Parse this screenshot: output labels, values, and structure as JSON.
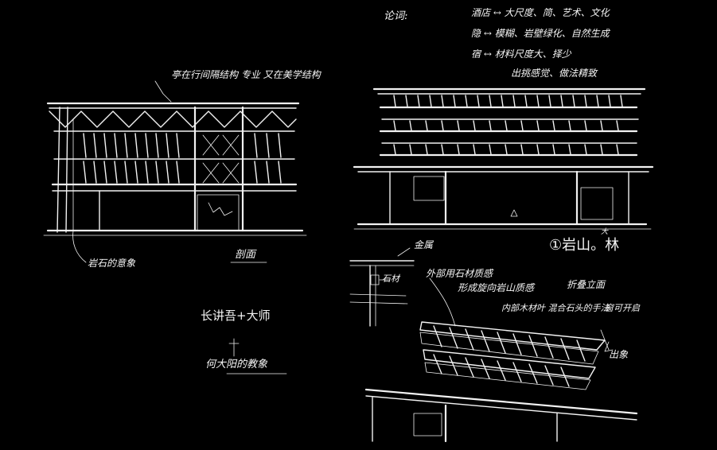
{
  "labels": {
    "facade_note": "亭在行间隔结构 专业 又在美学结构",
    "bottom_note": "岩石的意象",
    "section_label": "剖面",
    "master_title": "长讲吾+大师",
    "master_name": "何大阳的教象",
    "analysis_title": "论词:",
    "analysis_line1": "酒店 ↔ 大尺度、简、艺术、文化",
    "analysis_line2": "隐 ↔ 模糊、岩壁绿化、自然生成",
    "analysis_line3": "宿 ↔ 材料尺度大、择少",
    "analysis_line4": "出挑感觉、做法精致",
    "project_title": "①岩山。林",
    "project_mark": "大",
    "gold_label": "金属",
    "stone_label": "石材",
    "outer_note": "外部用石材质感",
    "form_note": "形成旋向岩山质感",
    "fold_note": "折叠立面",
    "inner_note": "内部木材叶 混合石头的手法",
    "window_note": "窗可开启",
    "arrow_note": "出象"
  }
}
